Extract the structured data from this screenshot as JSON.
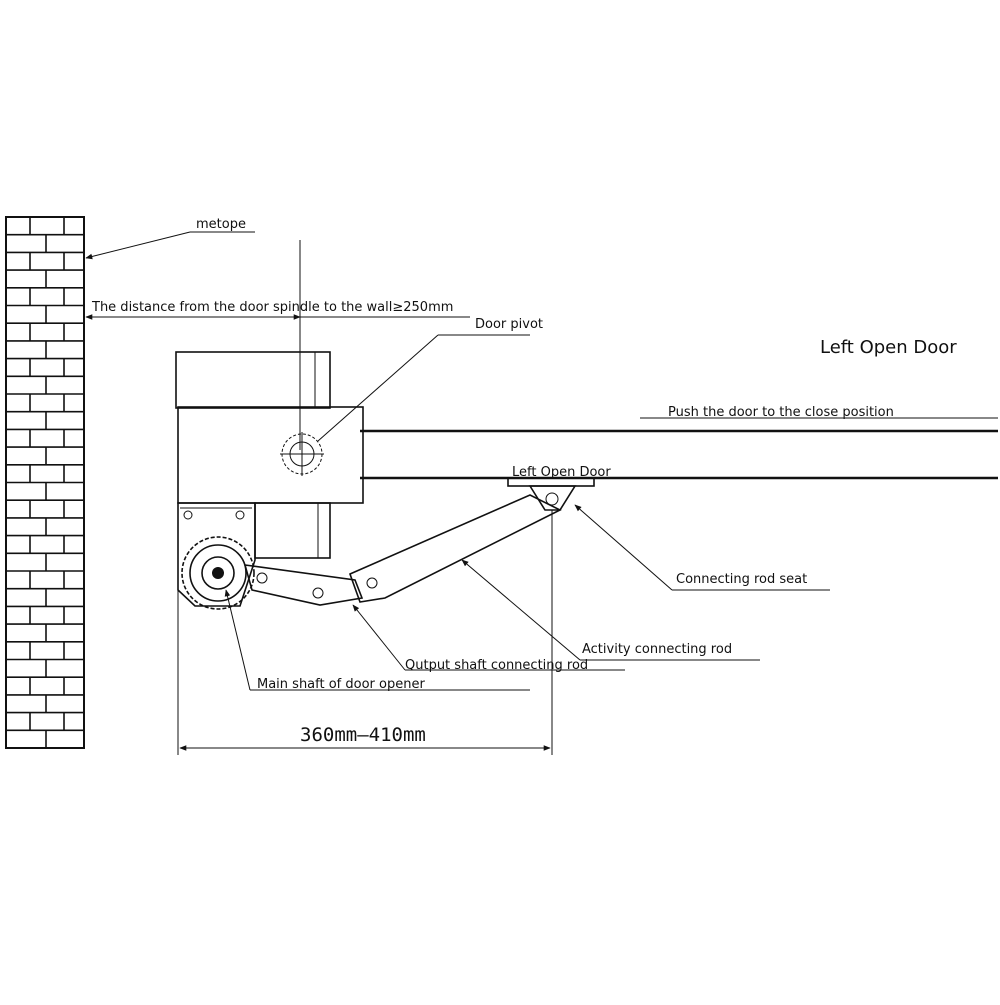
{
  "title": "Left Open Door",
  "labels": {
    "metope": "metope",
    "distance": "The distance from the door spindle to the wall≥250mm",
    "door_pivot": "Door pivot",
    "push_close": "Push the door to the close position",
    "left_open_door_small": "Left Open Door",
    "connecting_rod_seat": "Connecting rod seat",
    "activity_connecting_rod": "Activity connecting rod",
    "output_shaft_connecting_rod": "Qutput shaft connecting rod",
    "main_shaft": "Main shaft of door opener"
  },
  "dimension": "360mm—410mm"
}
